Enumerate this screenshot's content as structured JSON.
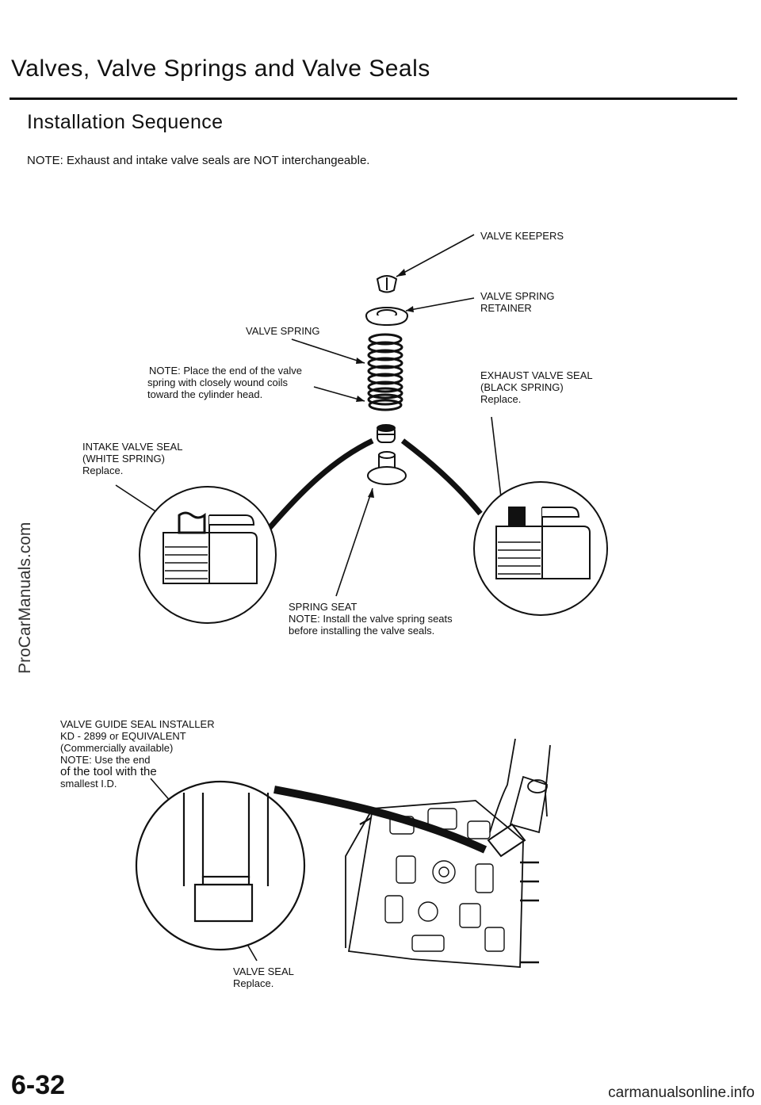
{
  "header": {
    "title": "Valves, Valve Springs and Valve Seals",
    "subtitle": "Installation Sequence",
    "note": "NOTE: Exhaust and intake valve seals are NOT interchangeable."
  },
  "labels": {
    "valve_keepers": "VALVE KEEPERS",
    "valve_spring_retainer": [
      "VALVE SPRING",
      "RETAINER"
    ],
    "valve_spring": "VALVE SPRING",
    "valve_spring_note": [
      "NOTE: Place the end of the valve",
      "spring with closely wound coils",
      "toward the cylinder head."
    ],
    "exhaust_seal": [
      "EXHAUST VALVE SEAL",
      "(BLACK SPRING)",
      "Replace."
    ],
    "intake_seal": [
      "INTAKE VALVE SEAL",
      "(WHITE SPRING)",
      "Replace."
    ],
    "spring_seat": [
      "SPRING SEAT",
      "NOTE: Install the valve spring seats",
      "before installing the valve seals."
    ],
    "installer": [
      "VALVE GUIDE SEAL INSTALLER",
      "KD - 2899 or EQUIVALENT",
      "(Commercially available)",
      "NOTE: Use the end",
      "of the tool with the",
      "smallest I.D."
    ],
    "valve_seal": [
      "VALVE SEAL",
      "Replace."
    ]
  },
  "footer": {
    "page_number": "6-32",
    "watermark_side": "ProCarManuals.com",
    "watermark_foot": "carmanualsonline.info"
  }
}
